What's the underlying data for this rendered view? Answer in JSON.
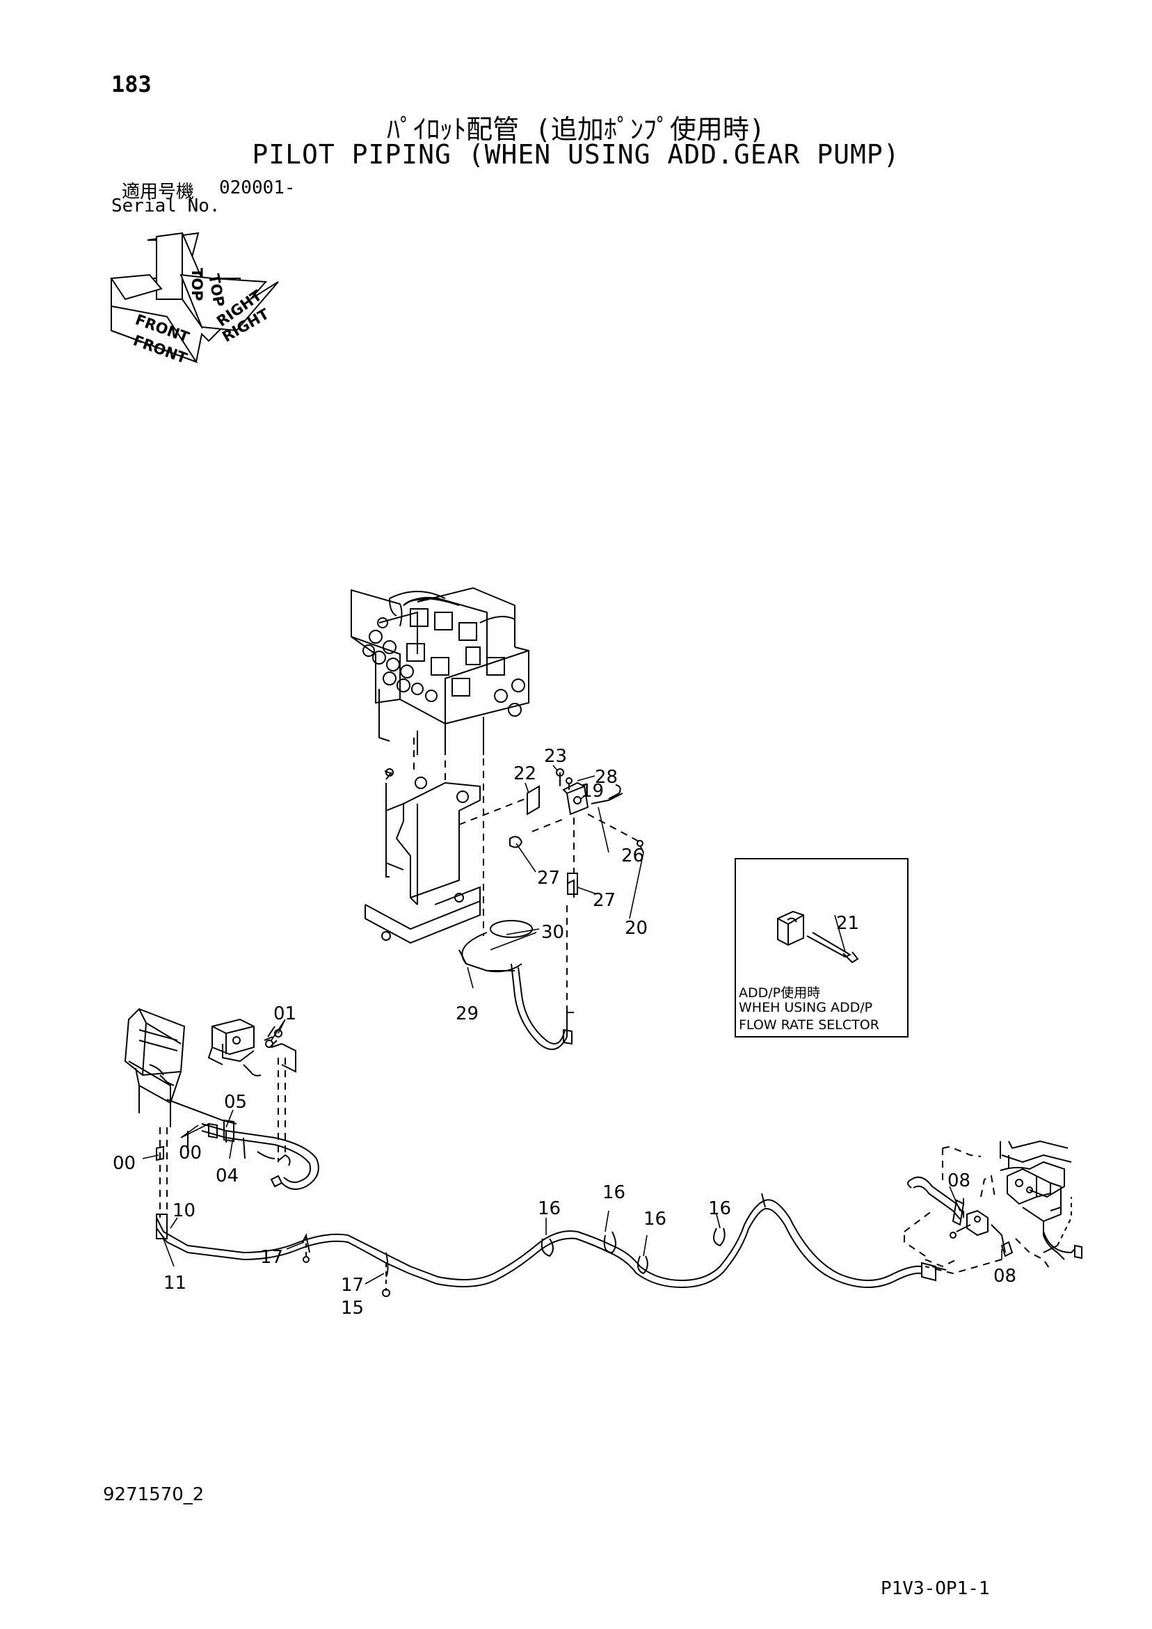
{
  "header": {
    "page_number": "183",
    "title_jp": "ﾊﾟｲﾛｯﾄ配管 (追加ﾎﾟﾝﾌﾟ使用時)",
    "title_en": "PILOT PIPING (WHEN USING ADD.GEAR PUMP)",
    "serial_label_jp": "適用号機",
    "serial_value": "020001-",
    "serial_label_en": "Serial No."
  },
  "orientation": {
    "top": "TOP",
    "front": "FRONT",
    "right": "RIGHT"
  },
  "inset": {
    "part_label": "21",
    "line1": "ADD/P使用時",
    "line2": "WHEH USING ADD/P",
    "line3": "FLOW RATE SELCTOR"
  },
  "callouts": [
    {
      "id": "c23",
      "label": "23"
    },
    {
      "id": "c22",
      "label": "22"
    },
    {
      "id": "c28",
      "label": "28"
    },
    {
      "id": "c19",
      "label": "19"
    },
    {
      "id": "c26",
      "label": "26"
    },
    {
      "id": "c27a",
      "label": "27"
    },
    {
      "id": "c27b",
      "label": "27"
    },
    {
      "id": "c20",
      "label": "20"
    },
    {
      "id": "c30",
      "label": "30"
    },
    {
      "id": "c29",
      "label": "29"
    },
    {
      "id": "c01",
      "label": "01"
    },
    {
      "id": "c05",
      "label": "05"
    },
    {
      "id": "c00a",
      "label": "00"
    },
    {
      "id": "c00b",
      "label": "00"
    },
    {
      "id": "c04",
      "label": "04"
    },
    {
      "id": "c10",
      "label": "10"
    },
    {
      "id": "c11",
      "label": "11"
    },
    {
      "id": "c17a",
      "label": "17"
    },
    {
      "id": "c17b",
      "label": "17"
    },
    {
      "id": "c15",
      "label": "15"
    },
    {
      "id": "c16a",
      "label": "16"
    },
    {
      "id": "c16b",
      "label": "16"
    },
    {
      "id": "c16c",
      "label": "16"
    },
    {
      "id": "c16d",
      "label": "16"
    },
    {
      "id": "c08a",
      "label": "08"
    },
    {
      "id": "c08b",
      "label": "08"
    }
  ],
  "footer": {
    "doc_number": "9271570_2",
    "page_code": "P1V3-OP1-1"
  }
}
